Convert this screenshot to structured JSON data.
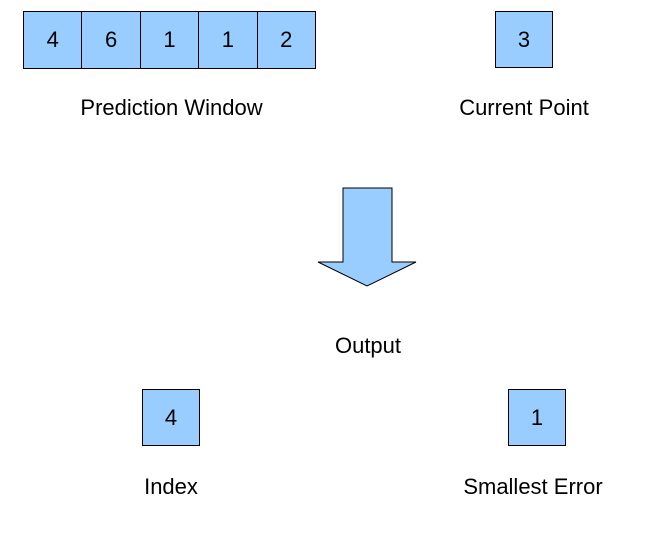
{
  "colors": {
    "cell_fill": "#99ccff",
    "arrow_fill": "#99ccff",
    "stroke": "#000000"
  },
  "prediction_window": {
    "values": [
      "4",
      "6",
      "1",
      "1",
      "2"
    ],
    "label": "Prediction Window"
  },
  "current_point": {
    "value": "3",
    "label": "Current Point"
  },
  "output": {
    "label": "Output",
    "arrow_icon": "down-arrow-icon"
  },
  "index": {
    "value": "4",
    "label": "Index"
  },
  "smallest_error": {
    "value": "1",
    "label": "Smallest Error"
  }
}
